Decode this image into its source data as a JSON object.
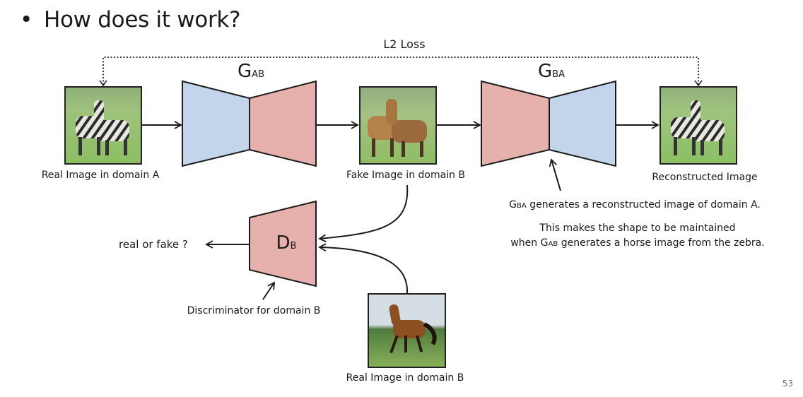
{
  "slide": {
    "title_bullet": "•",
    "title": "How does it work?",
    "page_number": "53"
  },
  "colors": {
    "encoder_blue": "#c2d5ea",
    "decoder_red": "#e6b0ad",
    "stroke": "#1a1a1a"
  },
  "loss": {
    "label": "L2 Loss"
  },
  "generators": {
    "gab": {
      "main": "G",
      "sub": "AB"
    },
    "gba": {
      "main": "G",
      "sub": "BA"
    }
  },
  "discriminator": {
    "main": "D",
    "sub": "B",
    "caption": "Discriminator for domain B",
    "output": "real or fake ?"
  },
  "images": {
    "real_a": {
      "caption": "Real Image in domain A",
      "subject": "zebras"
    },
    "fake_b": {
      "caption": "Fake Image in domain B",
      "subject": "horses"
    },
    "reconstructed": {
      "caption": "Reconstructed Image",
      "subject": "zebras"
    },
    "real_b": {
      "caption": "Real Image in domain B",
      "subject": "horse"
    }
  },
  "notes": {
    "line1_g": "G",
    "line1_sub": "BA",
    "line1_rest": " generates a reconstructed image of domain A.",
    "line2": "This makes the shape to be maintained",
    "line3_pre": "when ",
    "line3_g": "G",
    "line3_sub": "AB",
    "line3_rest": " generates a horse image from the zebra."
  }
}
